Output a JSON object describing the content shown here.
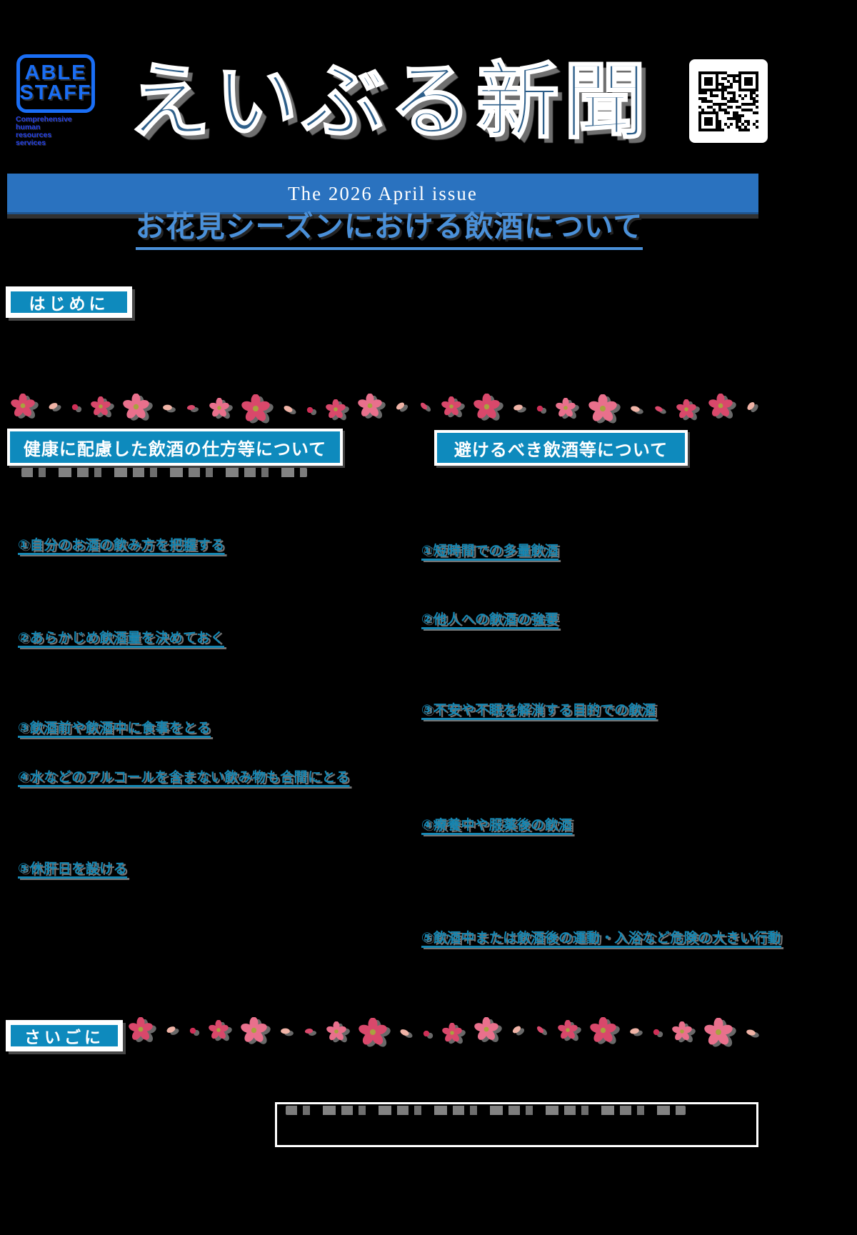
{
  "logo": {
    "word1": "ABLE",
    "word2": "STAFF",
    "tagline_lines": [
      "Comprehensive",
      "human",
      "resources",
      "services"
    ]
  },
  "masthead": {
    "title": "えいぶる新聞"
  },
  "banner": {
    "text": "The 2026 April issue"
  },
  "headline": {
    "text": "お花見シーズンにおける飲酒について"
  },
  "intro": {
    "label": "はじめに"
  },
  "columns": {
    "left": {
      "header": "健康に配慮した飲酒の仕方等について",
      "items": [
        "①自分のお酒の飲み方を把握する",
        "②あらかじめ飲酒量を決めておく",
        "③飲酒前や飲酒中に食事をとる",
        "④水などのアルコールを含まない飲み物も合間にとる",
        "⑤休肝日を設ける"
      ]
    },
    "right": {
      "header": "避けるべき飲酒等について",
      "items": [
        "①短時間での多量飲酒",
        "②他人への飲酒の強要",
        "③不安や不眠を解消する目的での飲酒",
        "④療養中や服薬後の飲酒",
        "⑤飲酒中または飲酒後の運動・入浴など危険の大きい行動"
      ]
    }
  },
  "outro": {
    "label": "さいごに"
  },
  "colors": {
    "banner_blue": "#2a72bf",
    "headline_blue": "#4a90d9",
    "masthead_blue": "#2e5f8a",
    "box_teal": "#0e8abd",
    "item_blue": "#1586b2",
    "logo_blue": "#1a6ef5",
    "flower_deep_pink": "#d9486b",
    "flower_mid_pink": "#e9708c",
    "flower_light_pink": "#f0b3a6"
  }
}
